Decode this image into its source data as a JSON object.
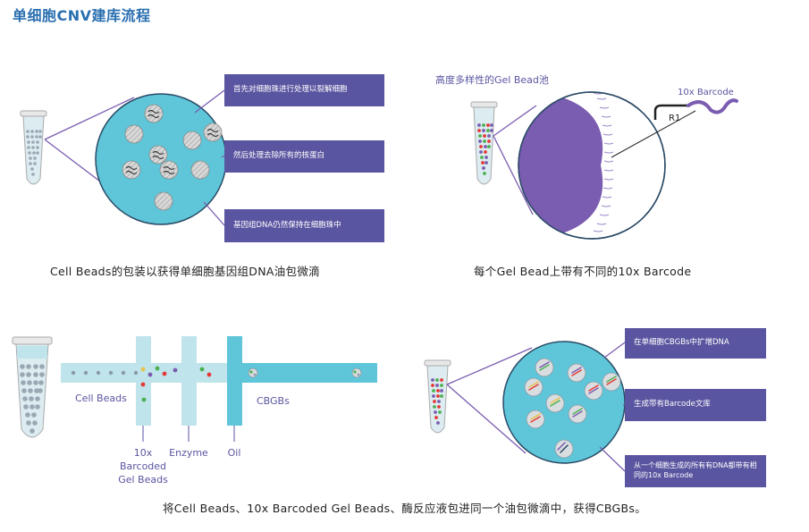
{
  "page": {
    "title": "单细胞CNV建库流程"
  },
  "panel1": {
    "boxes": [
      "首先对细胞珠进行处理以裂解细胞",
      "然后处理去除所有的核蛋白",
      "基因组DNA仍然保持在细胞珠中"
    ],
    "caption": "Cell Beads的包装以获得单细胞基因组DNA油包微滴"
  },
  "panel2": {
    "heading": "高度多样性的Gel Bead池",
    "barcode_label": "10x Barcode",
    "r1_label": "R1",
    "caption": "每个Gel Bead上带有不同的10x Barcode"
  },
  "panel3": {
    "labels": {
      "cell_beads": "Cell Beads",
      "cbgbs": "CBGBs",
      "barcoded_line1": "10x",
      "barcoded_line2": "Barcoded",
      "barcoded_line3": "Gel Beads",
      "enzyme": "Enzyme",
      "oil": "Oil"
    },
    "caption": "将Cell Beads、10x Barcoded Gel Beads、酶反应液包进同一个油包微滴中，获得CBGBs。"
  },
  "panel4": {
    "boxes": [
      "在单细胞CBGBs中扩增DNA",
      "生成带有Barcode文库",
      "从一个细胞生成的所有有DNA都带有相同的10x Barcode"
    ]
  },
  "colors": {
    "title_blue": "#2a6fb0",
    "box_purple": "#5a55a0",
    "teal": "#5ec6d8",
    "purple": "#7a5cb0",
    "light_teal": "#bfe4ec"
  }
}
